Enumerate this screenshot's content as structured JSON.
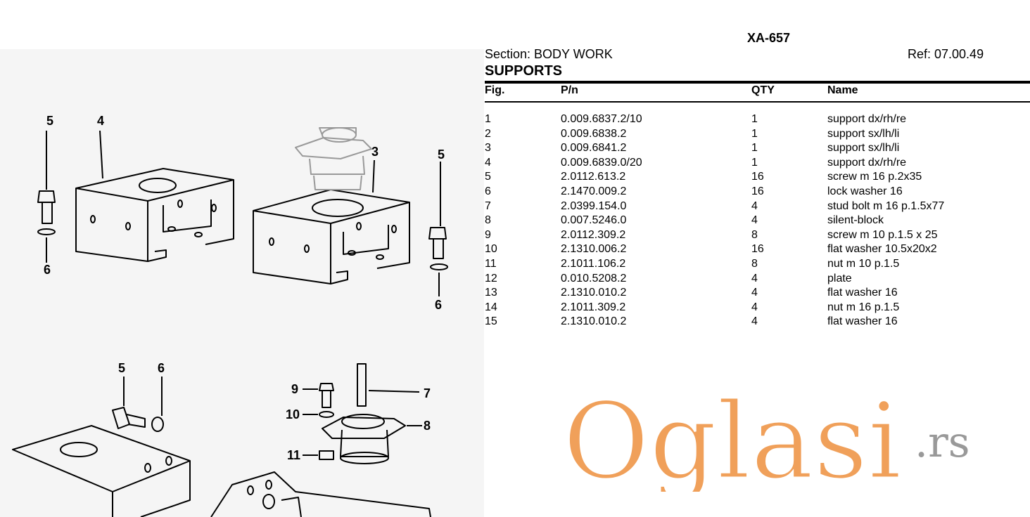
{
  "header": {
    "code": "XA-657",
    "section": "Section: BODY WORK",
    "ref": "Ref: 07.00.49",
    "title": "SUPPORTS"
  },
  "table": {
    "columns": [
      "Fig.",
      "P/n",
      "QTY",
      "Name"
    ],
    "rows": [
      [
        "1",
        "0.009.6837.2/10",
        "1",
        "support dx/rh/re"
      ],
      [
        "2",
        "0.009.6838.2",
        "1",
        "support sx/lh/li"
      ],
      [
        "3",
        "0.009.6841.2",
        "1",
        "support sx/lh/li"
      ],
      [
        "4",
        "0.009.6839.0/20",
        "1",
        "support dx/rh/re"
      ],
      [
        "5",
        "2.0112.613.2",
        "16",
        "screw m 16 p.2x35"
      ],
      [
        "6",
        "2.1470.009.2",
        "16",
        "lock washer 16"
      ],
      [
        "7",
        "2.0399.154.0",
        "4",
        "stud bolt m 16 p.1.5x77"
      ],
      [
        "8",
        "0.007.5246.0",
        "4",
        "silent-block"
      ],
      [
        "9",
        "2.0112.309.2",
        "8",
        "screw m 10 p.1.5 x 25"
      ],
      [
        "10",
        "2.1310.006.2",
        "16",
        "flat washer 10.5x20x2"
      ],
      [
        "11",
        "2.1011.106.2",
        "8",
        "nut m 10 p.1.5"
      ],
      [
        "12",
        "0.010.5208.2",
        "4",
        "plate"
      ],
      [
        "13",
        "2.1310.010.2",
        "4",
        "flat washer 16"
      ],
      [
        "14",
        "2.1011.309.2",
        "4",
        "nut m 16 p.1.5"
      ],
      [
        "15",
        "2.1310.010.2",
        "4",
        "flat washer 16"
      ]
    ]
  },
  "drawing": {
    "callouts": [
      "5",
      "4",
      "3",
      "5",
      "6",
      "6",
      "5",
      "6",
      "9",
      "7",
      "10",
      "8",
      "11"
    ]
  },
  "watermark": {
    "brand": "Oglasi",
    "suffix": ".rs",
    "color": "#f0a05a"
  }
}
